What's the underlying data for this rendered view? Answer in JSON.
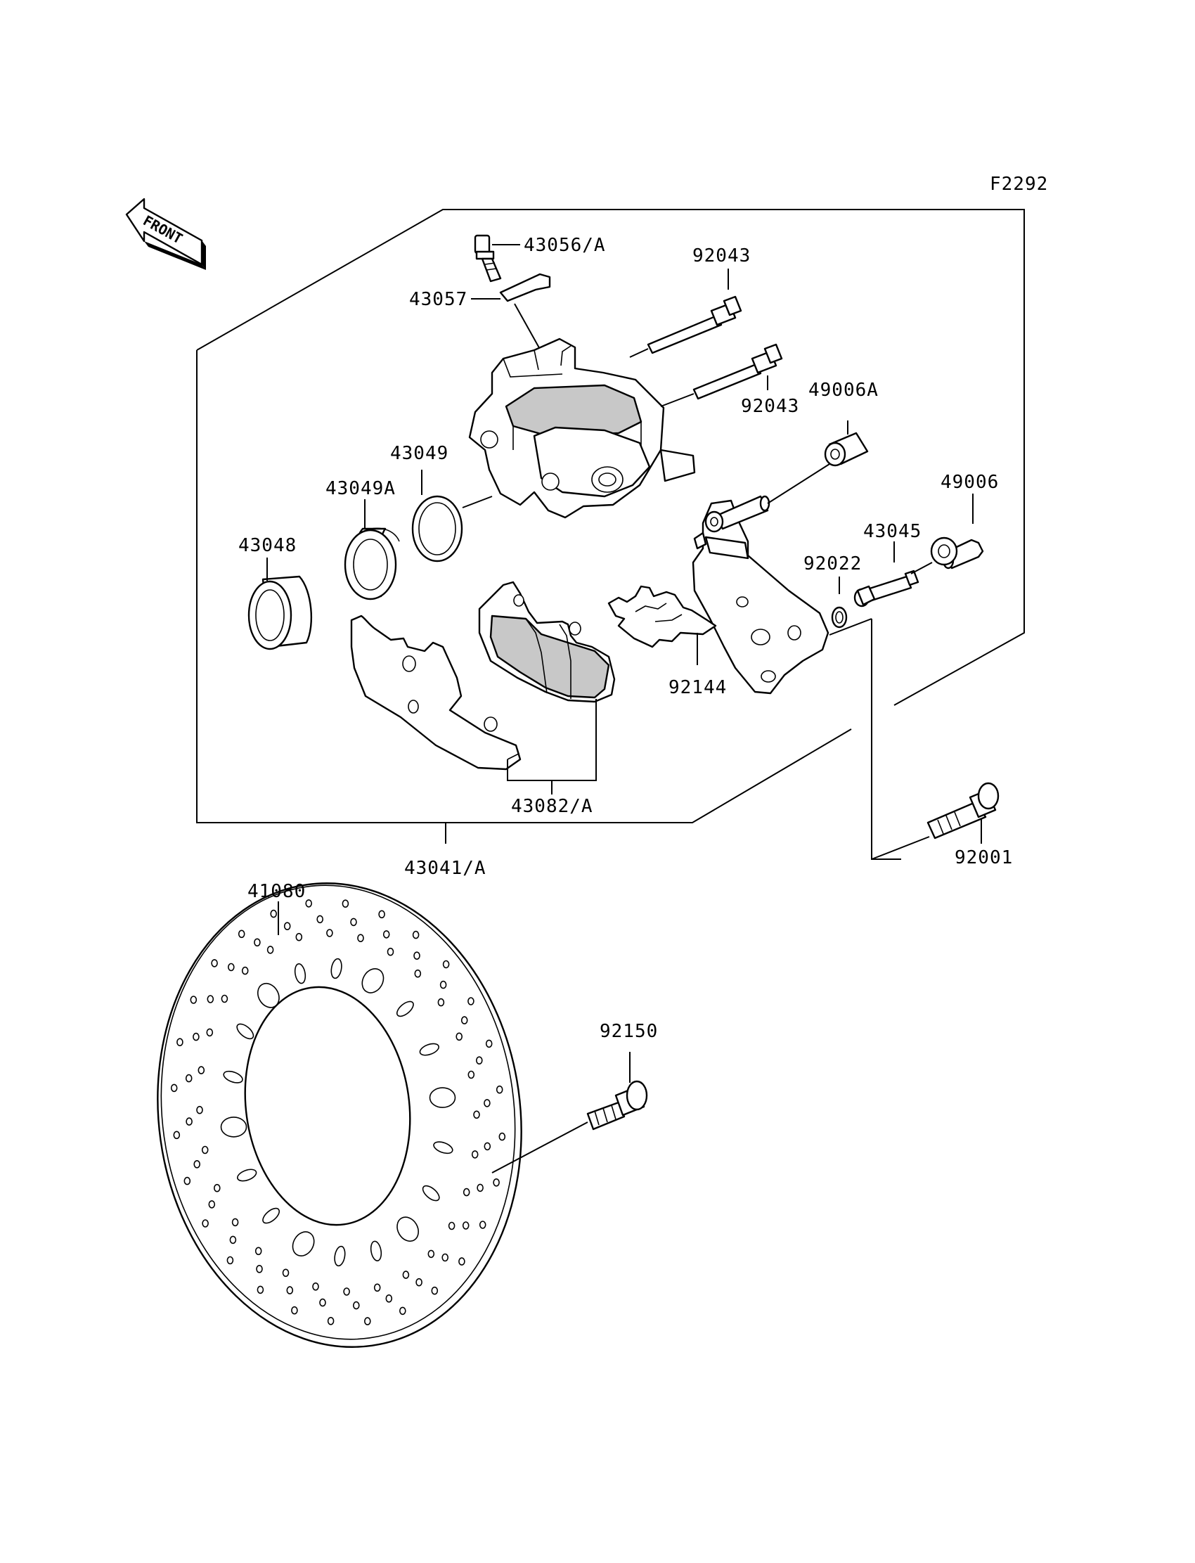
{
  "figure_code": "F2292",
  "front_label": "FRONT",
  "callouts": {
    "bleed_valve": "43056/A",
    "valve_cap": "43057",
    "pin_upper": "92043",
    "pin_lower": "92043",
    "boot_a": "49006A",
    "boot": "49006",
    "pin_caliper": "43045",
    "washer": "92022",
    "seal": "43049",
    "seal_a": "43049A",
    "piston": "43048",
    "spring": "92144",
    "pads": "43082/A",
    "caliper_assy": "43041/A",
    "bolt_mount": "92001",
    "disc": "41080",
    "bolt_disc": "92150"
  }
}
